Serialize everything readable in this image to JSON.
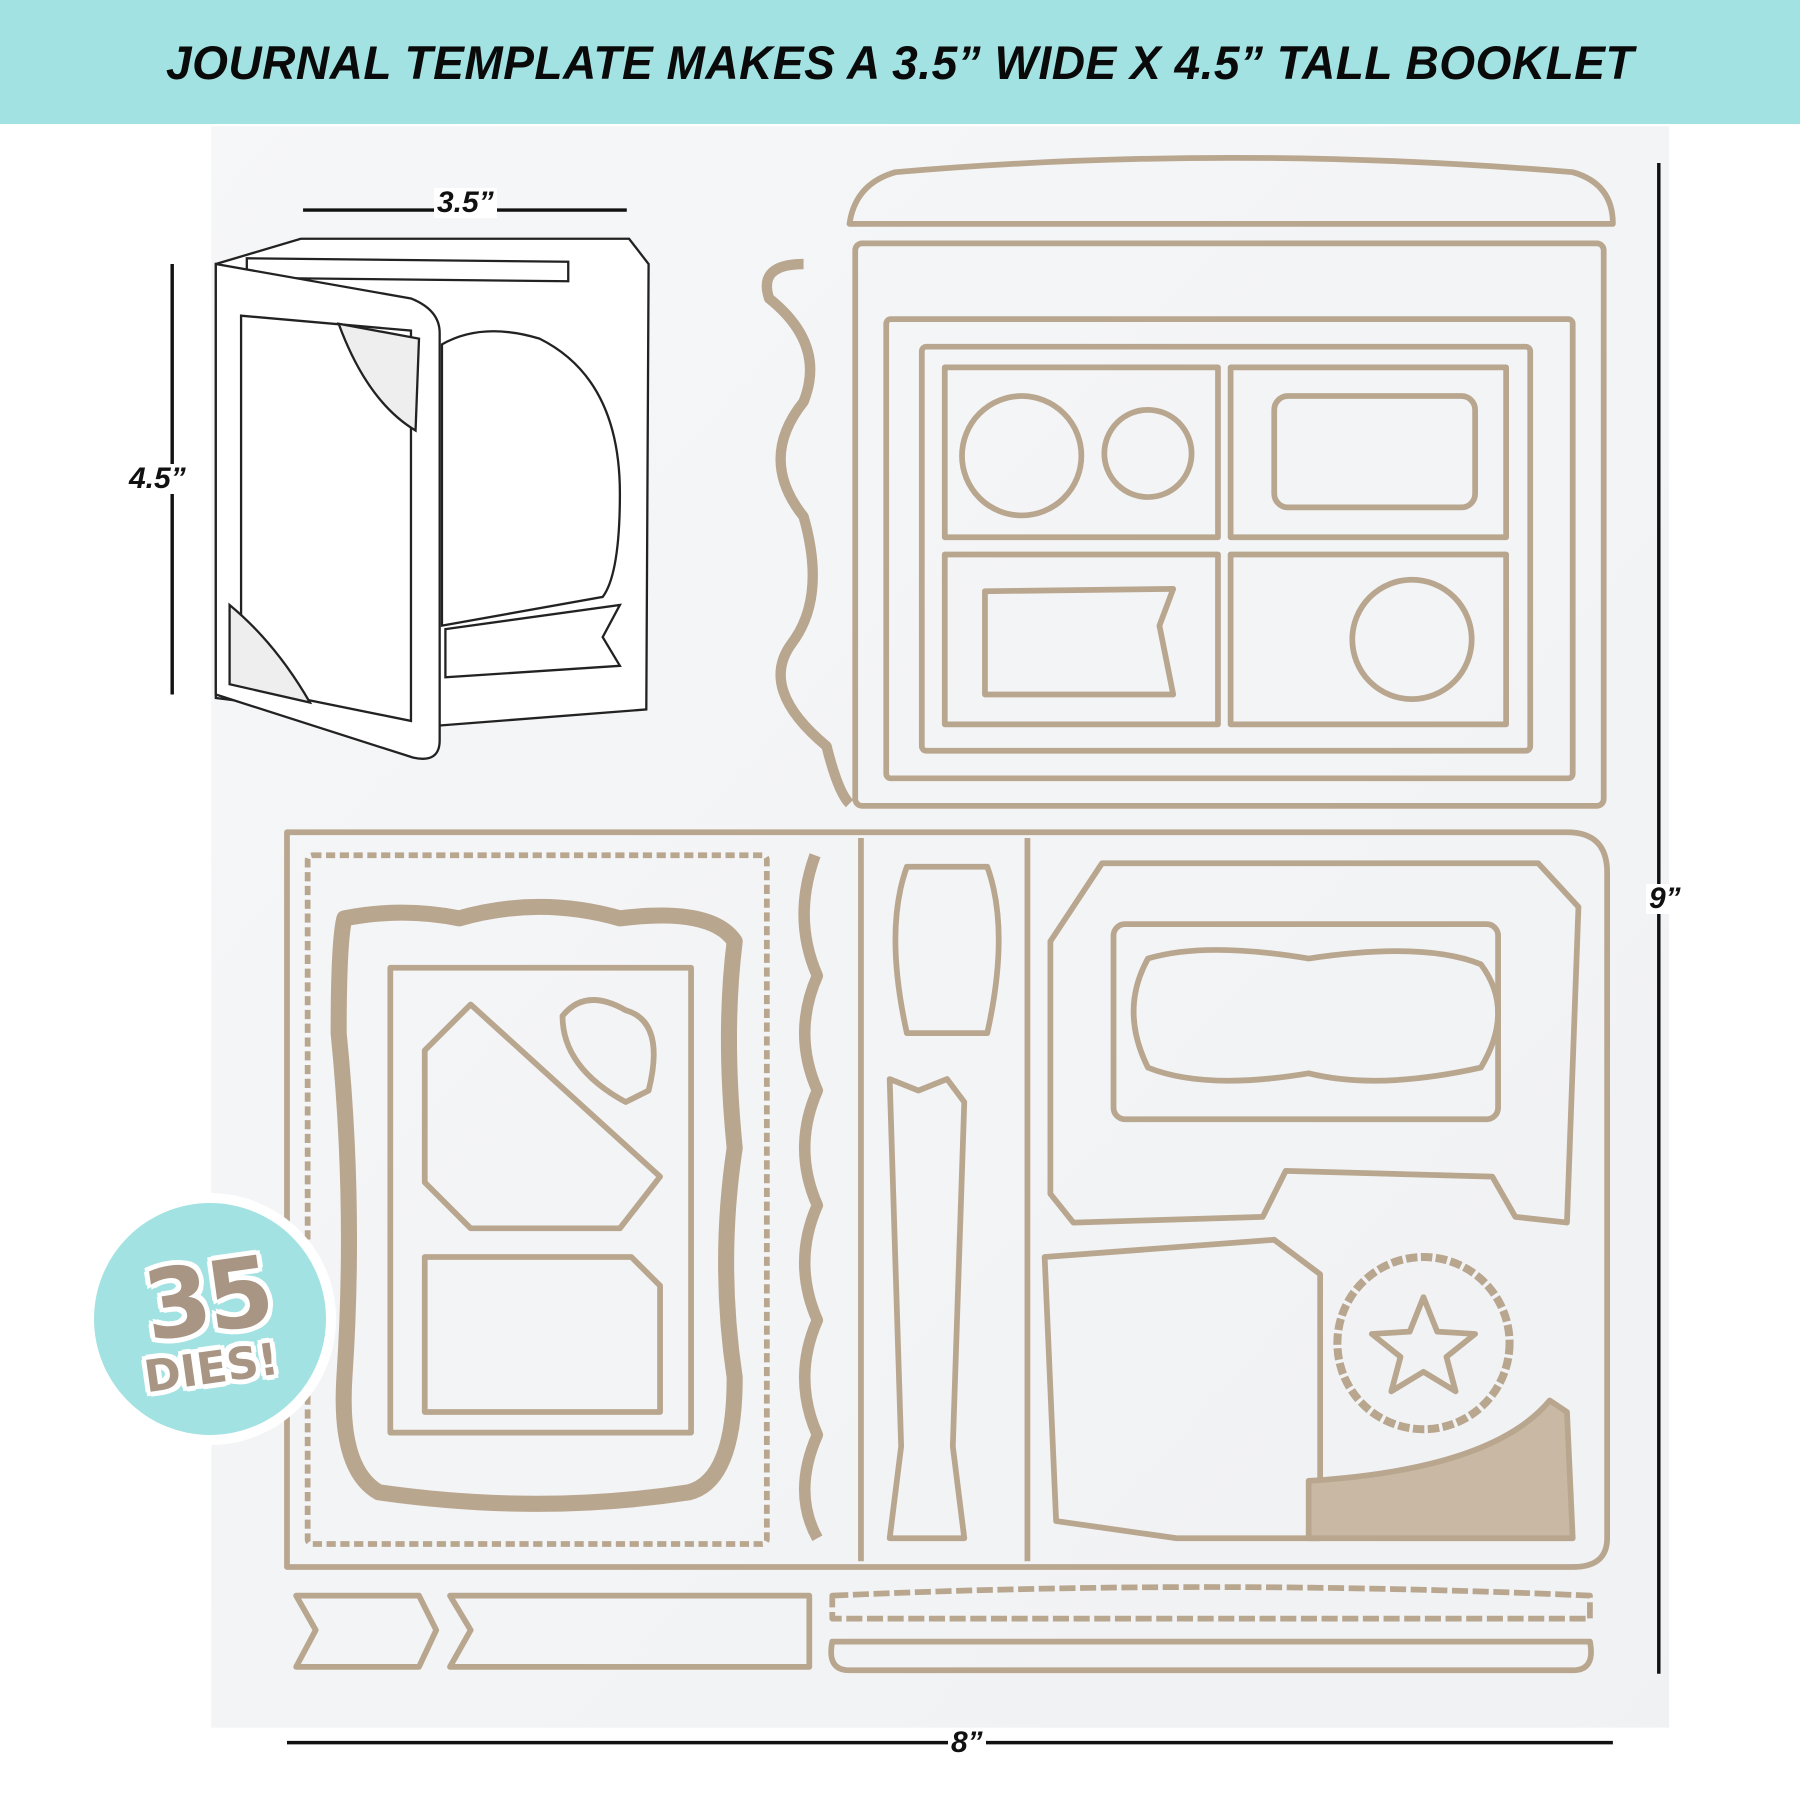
{
  "banner": {
    "title": "JOURNAL TEMPLATE MAKES A 3.5” WIDE X 4.5” TALL BOOKLET"
  },
  "dimensions": {
    "booklet_width": "3.5”",
    "booklet_height": "4.5”",
    "sheet_height": "9”",
    "sheet_width": "8”"
  },
  "badge": {
    "count": "35",
    "label": "DIES!"
  },
  "colors": {
    "banner": "#a3e2e2",
    "die_gold": "#b9a68f",
    "badge_text": "#a89583"
  }
}
